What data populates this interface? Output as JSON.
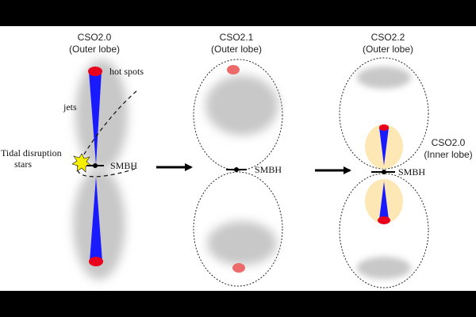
{
  "panels": [
    {
      "title": "CSO2.0",
      "subtitle": "(Outer lobe)"
    },
    {
      "title": "CSO2.1",
      "subtitle": "(Outer lobe)"
    },
    {
      "title": "CSO2.2",
      "subtitle": "(Outer lobe)"
    }
  ],
  "inner_lobe": {
    "title": "CSO2.0",
    "subtitle": "(Inner lobe)"
  },
  "labels": {
    "hot_spots": "hot spots",
    "jets": "jets",
    "tde_line1": "Tidal disruption",
    "tde_line2": "stars",
    "smbh": "SMBH"
  },
  "colors": {
    "jet": "#1a1aff",
    "hot_spot": "#e8001c",
    "faded_hot_spot": "#ec6a6a",
    "lobe": "#c8c8c8",
    "inner_lobe_glow": "#fbe3a8",
    "burst": "#f6f000"
  }
}
